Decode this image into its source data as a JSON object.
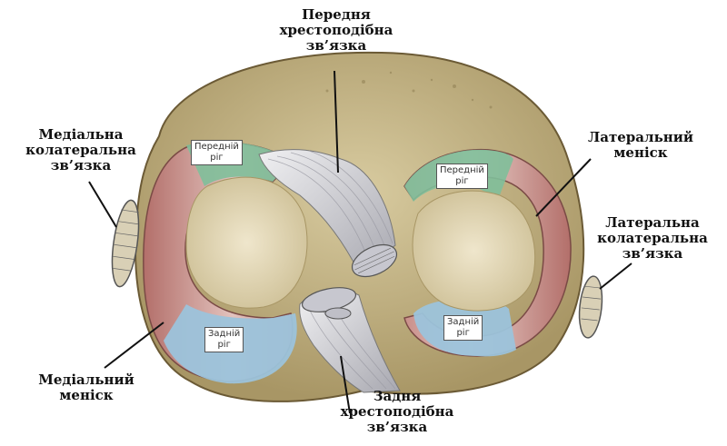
{
  "labels": {
    "acl": [
      "Передня",
      "хрестоподібна",
      "зв’язка"
    ],
    "mcl": [
      "Медіальна",
      "колатеральна",
      "зв’язка"
    ],
    "lateral_meniscus": [
      "Латеральний",
      "меніск"
    ],
    "lcl": [
      "Латеральна",
      "колатеральна",
      "зв’язка"
    ],
    "medial_meniscus": [
      "Медіальний",
      "меніск"
    ],
    "pcl": [
      "Задня",
      "хрестоподібна",
      "зв’язка"
    ]
  },
  "horn_boxes": {
    "medial_anterior": [
      "Передній",
      "ріг"
    ],
    "lateral_anterior": [
      "Передній",
      "ріг"
    ],
    "medial_posterior": [
      "Задній",
      "ріг"
    ],
    "lateral_posterior": [
      "Задній",
      "ріг"
    ]
  },
  "colors": {
    "bone": "#c9b98a",
    "meniscus": "#c98f8a",
    "anterior_horn": "#7fbf9a",
    "posterior_horn": "#9cc3db",
    "cartilage": "#e6dcc0",
    "ligament": "#d8d8dc"
  }
}
